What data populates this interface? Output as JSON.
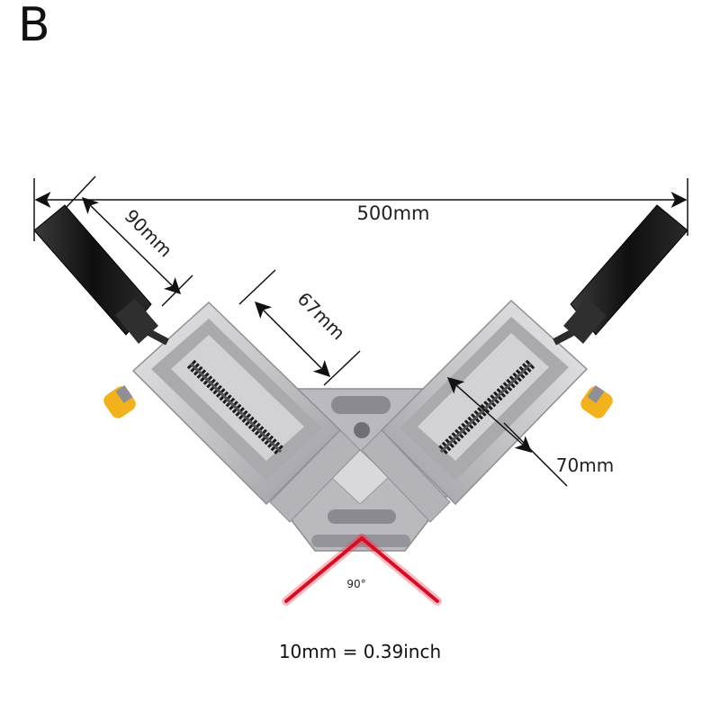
{
  "panel_label": "B",
  "product": {
    "dimensions": {
      "overall_width": "500mm",
      "handle_length": "90mm",
      "jaw_opening": "67mm",
      "jaw_depth": "70mm"
    },
    "angle_label": "90°"
  },
  "conversion_note": "10mm = 0.39inch",
  "colors": {
    "body_metal": "#c9c9cc",
    "handle": "#1b1b1b",
    "laser": "#e0102a",
    "knob": "#f2b21b",
    "dimension_lines": "#111111"
  }
}
